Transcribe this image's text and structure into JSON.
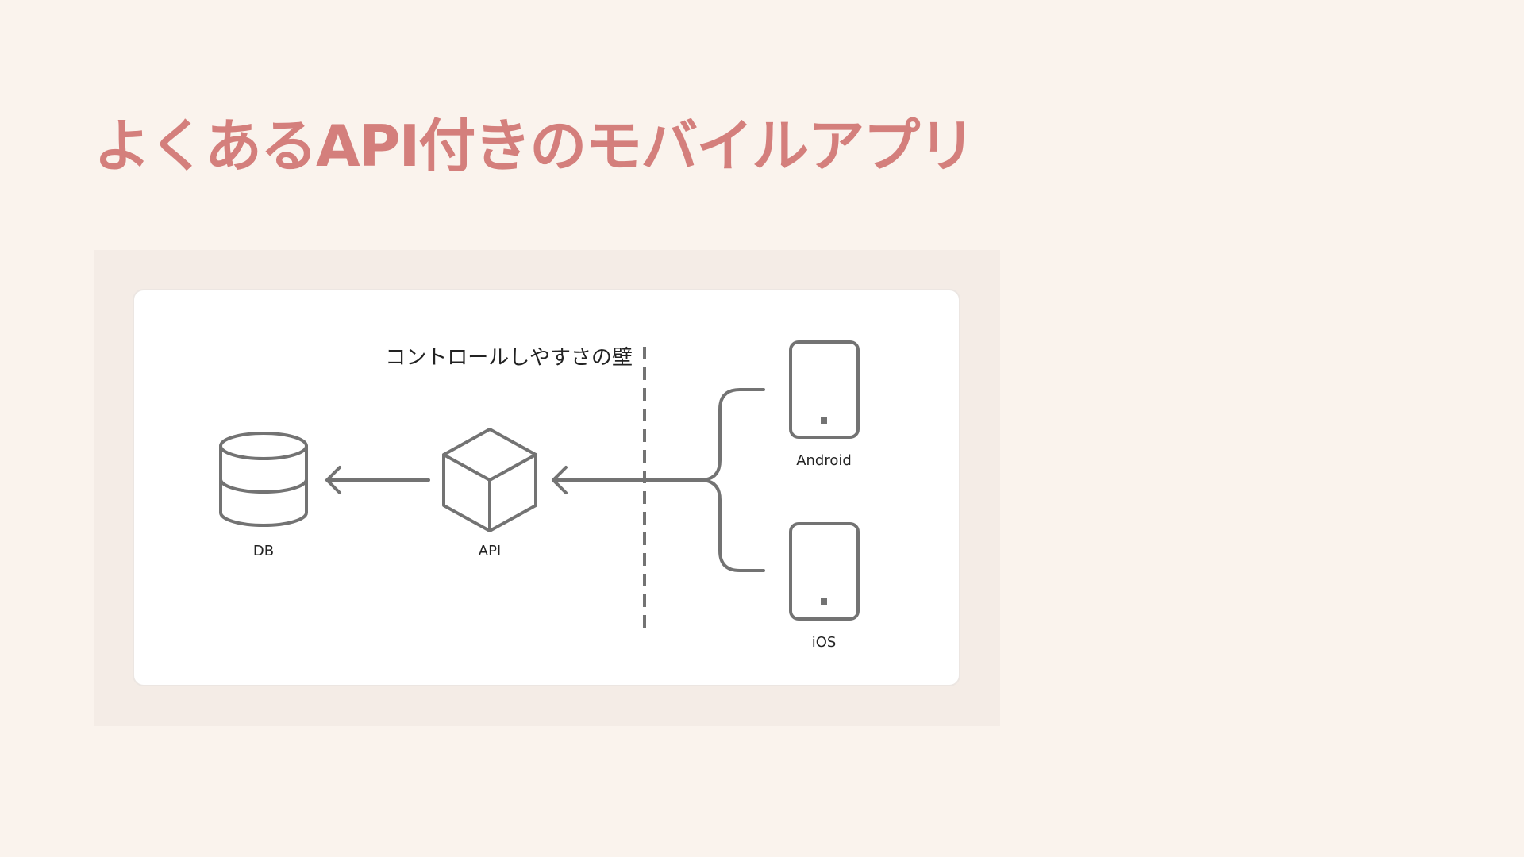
{
  "slide": {
    "title": "よくあるAPI付きのモバイルアプリ"
  },
  "diagram": {
    "wall_label": "コントロールしやすさの壁",
    "nodes": {
      "db": {
        "label": "DB",
        "icon": "database-icon"
      },
      "api": {
        "label": "API",
        "icon": "cube-icon"
      },
      "android": {
        "label": "Android",
        "icon": "smartphone-icon"
      },
      "ios": {
        "label": "iOS",
        "icon": "smartphone-icon"
      }
    }
  },
  "colors": {
    "background": "#faf3ed",
    "title": "#d47f7c",
    "frame": "#f4ece6",
    "card": "#ffffff",
    "stroke": "#737373"
  }
}
